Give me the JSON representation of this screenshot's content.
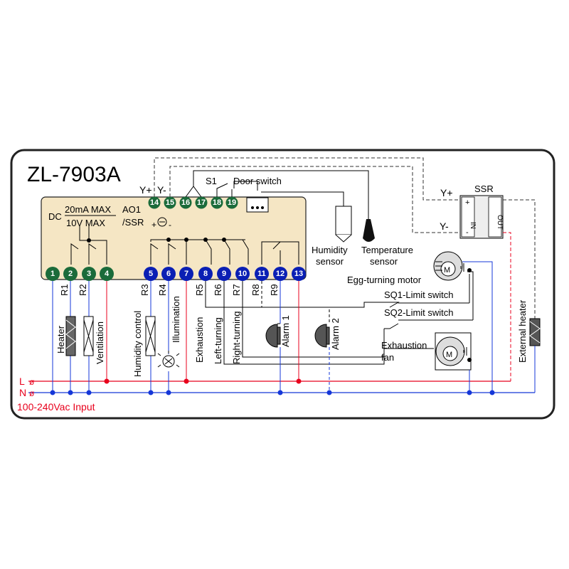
{
  "model": "ZL-7903A",
  "panel": {
    "dc_label": "DC",
    "ma_label": "20mA MAX",
    "v_label": "10V MAX",
    "ao_label": "AO1",
    "ssr_label": "/SSR",
    "plus_sign": "+",
    "minus_sign": "-"
  },
  "terminals": [
    "1",
    "2",
    "3",
    "4",
    "5",
    "6",
    "7",
    "8",
    "9",
    "10",
    "11",
    "12",
    "13",
    "14",
    "15",
    "16",
    "17",
    "18",
    "19"
  ],
  "terminal_colors": {
    "green": "#1b6b3a",
    "blue": "#0a1fb4"
  },
  "relays": [
    "R1",
    "R2",
    "R3",
    "R4",
    "R5",
    "R6",
    "R7",
    "R8",
    "R9"
  ],
  "top_labels": {
    "y_plus": "Y+",
    "y_minus": "Y-",
    "s1": "S1",
    "door_switch": "Door switch"
  },
  "sensors": {
    "humidity": "Humidity\nsensor",
    "humidity_l1": "Humidity",
    "humidity_l2": "sensor",
    "temperature_l1": "Temperature",
    "temperature_l2": "sensor"
  },
  "ssr": {
    "title": "SSR",
    "y_plus": "Y+",
    "y_minus": "Y-",
    "in": "IN",
    "out": "OUT",
    "plus": "+",
    "minus": "-"
  },
  "loads": {
    "heater": "Heater",
    "ventilation": "Ventilation",
    "humidity_control": "Humidity control",
    "illumination": "Illumination",
    "exhaustion": "Exhaustion",
    "left_turning": "Left-turning",
    "right_turning": "Right-turning",
    "alarm1": "Alarm 1",
    "alarm2": "Alarm 2",
    "external_heater": "External heater"
  },
  "devices": {
    "egg_motor": "Egg-turning motor",
    "sq1": "SQ1-Limit switch",
    "sq2": "SQ2-Limit switch",
    "exhaust_fan_l1": "Exhaustion",
    "exhaust_fan_l2": "fan",
    "motor_m": "M"
  },
  "power": {
    "l_label": "L",
    "n_label": "N",
    "phi": "ø",
    "input_label": "100-240Vac  Input"
  },
  "colors": {
    "panel_bg": "#f5e6c4",
    "live": "#e8001c",
    "neutral": "#1537d8",
    "frame": "#222222"
  }
}
